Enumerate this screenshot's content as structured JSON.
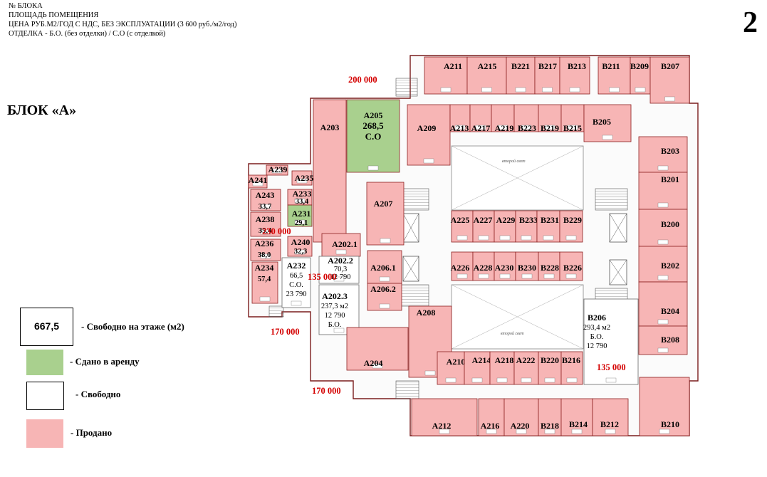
{
  "header": {
    "lines": [
      "№ БЛОКА",
      "ПЛОЩАДЬ ПОМЕЩЕНИЯ",
      "ЦЕНА РУБ.М2/ГОД С НДС, БЕЗ ЭКСПЛУАТАЦИИ (3 600 руб./м2/год)",
      "ОТДЕЛКА - Б.О. (без отделки) / С.О (с отделкой)"
    ],
    "page_number": "2",
    "block_title": "БЛОК «А»"
  },
  "legend": {
    "free_total_value": "667,5",
    "free_total_label": "- Свободно на этаже (м2)",
    "leased_label": "- Сдано в аренду",
    "free_label": "- Свободно",
    "sold_label": "- Продано"
  },
  "colors": {
    "sold": "#f7b5b5",
    "leased": "#a9d08e",
    "free": "#ffffff",
    "price": "#d40000",
    "wall": "#8c2020",
    "line": "#6a6a6a"
  },
  "icons": [
    "elevator-icon",
    "stair-icon",
    "atrium-void-icon"
  ],
  "atrium_label": "второй свет",
  "prices": [
    "200 000",
    "230 000",
    "135 000",
    "170 000",
    "170 000",
    "135 000"
  ],
  "units": [
    {
      "id": "А211",
      "status": "sold"
    },
    {
      "id": "А215",
      "status": "sold"
    },
    {
      "id": "В221",
      "status": "sold"
    },
    {
      "id": "В217",
      "status": "sold"
    },
    {
      "id": "В213",
      "status": "sold"
    },
    {
      "id": "В211",
      "status": "sold"
    },
    {
      "id": "В209",
      "status": "sold"
    },
    {
      "id": "В207",
      "status": "sold"
    },
    {
      "id": "А203",
      "status": "sold"
    },
    {
      "id": "А205",
      "status": "leased",
      "area": "268,5",
      "finish": "С.О"
    },
    {
      "id": "А209",
      "status": "sold"
    },
    {
      "id": "А213",
      "status": "sold"
    },
    {
      "id": "А217",
      "status": "sold"
    },
    {
      "id": "А219",
      "status": "sold"
    },
    {
      "id": "В223",
      "status": "sold"
    },
    {
      "id": "В219",
      "status": "sold"
    },
    {
      "id": "В215",
      "status": "sold"
    },
    {
      "id": "В205",
      "status": "sold"
    },
    {
      "id": "В203",
      "status": "sold"
    },
    {
      "id": "В201",
      "status": "sold"
    },
    {
      "id": "В200",
      "status": "sold"
    },
    {
      "id": "В202",
      "status": "sold"
    },
    {
      "id": "В204",
      "status": "sold"
    },
    {
      "id": "В208",
      "status": "sold"
    },
    {
      "id": "А239",
      "status": "sold"
    },
    {
      "id": "А241",
      "status": "sold"
    },
    {
      "id": "А235",
      "status": "sold"
    },
    {
      "id": "А243",
      "status": "sold",
      "area": "33,7"
    },
    {
      "id": "А233",
      "status": "sold",
      "area": "33,4"
    },
    {
      "id": "А231",
      "status": "leased",
      "area": "29,1"
    },
    {
      "id": "А238",
      "status": "sold",
      "area": "35,4"
    },
    {
      "id": "А240",
      "status": "sold",
      "area": "32,3"
    },
    {
      "id": "А236",
      "status": "sold",
      "area": "38,0"
    },
    {
      "id": "А234",
      "status": "sold",
      "area": "57,4"
    },
    {
      "id": "А232",
      "status": "free",
      "area": "66,5",
      "finish": "С.О.",
      "price": "23 790"
    },
    {
      "id": "А202.1",
      "status": "sold"
    },
    {
      "id": "А202.2",
      "status": "free",
      "area": "70,3",
      "price": "12 790"
    },
    {
      "id": "А202.3",
      "status": "free",
      "area": "237,3 м2",
      "price": "12 790",
      "finish": "Б.О."
    },
    {
      "id": "А207",
      "status": "sold"
    },
    {
      "id": "А206.1",
      "status": "sold"
    },
    {
      "id": "А206.2",
      "status": "sold"
    },
    {
      "id": "А225",
      "status": "sold"
    },
    {
      "id": "А227",
      "status": "sold"
    },
    {
      "id": "А229",
      "status": "sold"
    },
    {
      "id": "В233",
      "status": "sold"
    },
    {
      "id": "В231",
      "status": "sold"
    },
    {
      "id": "В229",
      "status": "sold"
    },
    {
      "id": "А226",
      "status": "sold"
    },
    {
      "id": "А228",
      "status": "sold"
    },
    {
      "id": "А230",
      "status": "sold"
    },
    {
      "id": "В230",
      "status": "sold"
    },
    {
      "id": "В228",
      "status": "sold"
    },
    {
      "id": "В226",
      "status": "sold"
    },
    {
      "id": "А208",
      "status": "sold"
    },
    {
      "id": "А204",
      "status": "sold"
    },
    {
      "id": "А210",
      "status": "sold"
    },
    {
      "id": "А214",
      "status": "sold"
    },
    {
      "id": "А218",
      "status": "sold"
    },
    {
      "id": "А222",
      "status": "sold"
    },
    {
      "id": "В220",
      "status": "sold"
    },
    {
      "id": "В216",
      "status": "sold"
    },
    {
      "id": "В206",
      "status": "free",
      "area": "293,4 м2",
      "finish": "Б.О.",
      "price": "12 790"
    },
    {
      "id": "А212",
      "status": "sold"
    },
    {
      "id": "А216",
      "status": "sold"
    },
    {
      "id": "А220",
      "status": "sold"
    },
    {
      "id": "В218",
      "status": "sold"
    },
    {
      "id": "В214",
      "status": "sold"
    },
    {
      "id": "В212",
      "status": "sold"
    },
    {
      "id": "В210",
      "status": "sold"
    }
  ]
}
